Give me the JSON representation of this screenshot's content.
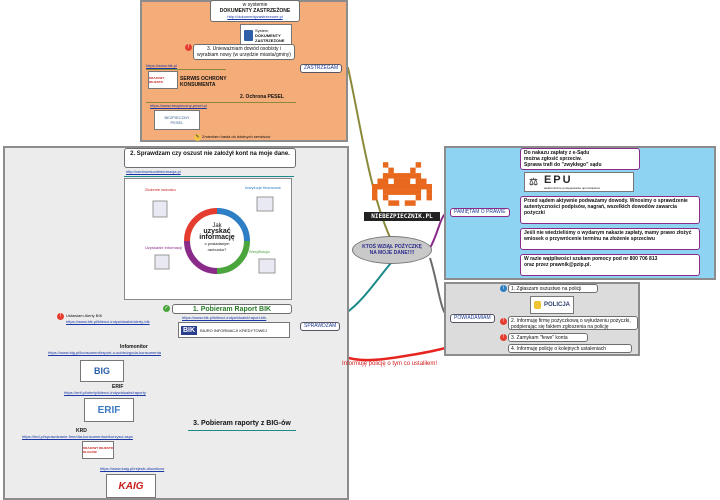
{
  "center": {
    "title": "KTOŚ WZIĄŁ POŻYCZKĘ NA MOJE DANE!!!!",
    "logo_text": "NIEBEZPIECZNIK.PL"
  },
  "branches": {
    "zastrzegam": "ZASTRZEGAM",
    "sprawdzam": "SPRAWDZAM",
    "pamietam": "PAMIĘTAM O PRAWIE",
    "powiadamiam": "POWIADAMIAM",
    "informuje": "Informuję policję o tym co ustaliłem!"
  },
  "zastrzegam": {
    "top_text_1": "w systemie",
    "top_text_2": "DOKUMENTY ZASTRZEŻONE",
    "top_link": "http://dokumentyzastrzezone.pl",
    "dz_logo": [
      "System",
      "DOKUMENTY",
      "ZASTRZEŻONE"
    ],
    "item3": "3. Unieważniam dowód osobisty i wyrabiam nowy (w urzędzie miasta/gminy)",
    "bik_link": "https://www.bik.pl",
    "item2": "2. Ochrona PESEL",
    "serwis": "SERWIS OCHRONY KONSUMENTA",
    "pesel_link": "https://www.bezpieczny-pesel.pl",
    "pesel_logo": [
      "BEZPIECZNY",
      "PESEL"
    ],
    "note": "Zmieniam hasła do istotnych serwisów"
  },
  "sprawdzam": {
    "heading": "2. Sprawdzam czy oszust nie założył kont na moje dane.",
    "heading_link": "http://centrumkontinformacja.pl",
    "diagram_center": [
      "Jak",
      "uzyskać",
      "informację",
      "o posiadanym",
      "rachunku?"
    ],
    "diagram_labels": [
      "Złożenie wniosku",
      "Instytucje finansowe",
      "Uzyskanie informacji",
      "Weryfikacja"
    ],
    "item1": "1. Pobieram Raport BIK",
    "bik_link": "https://www.bik.pl/klienci-indywidualni/raport-bik",
    "alerts_label": "Ustawiam Alerty BIK",
    "alerts_link": "https://www.bik.pl/klienci-indywidualni/alerty-bik",
    "bik_logo": "BIK",
    "bik_name": "BIURO INFORMACJI KREDYTOWEJ",
    "infomonitor": "Infomonitor",
    "infomonitor_link": "https://www.big.pl/konsument/raport-o-sobie/zgoda-konsumenta",
    "big_logo": "BIG",
    "erif": "ERIF",
    "erif_link": "https://erif.pl/oferty/klienci-indywidualni/raporty",
    "erif_logo": "ERIF",
    "item3": "3. Pobieram raporty z BIG-ów",
    "krd": "KRD",
    "krd_link": "https://krd.pl/sprawdzanie-firm/dla-konsumentow/korzysci.aspx",
    "krd_logo": "KRAJOWY REJESTR DŁUGÓW",
    "kaig_link": "https://www.kaig.pl/rejestr-dluznikow",
    "kaig_logo": "KAIG"
  },
  "prawo": {
    "item1_line1": "Do nakazu zapłaty z e-Sądu",
    "item1_line2": "można zgłosić sprzeciw.",
    "item1_line3": "Sprawa trafi do \"zwykłego\" sądu",
    "epu_logo": "EPU",
    "epu_sub": "elektroniczne postępowanie upominawcze",
    "item2": "Przed sądem aktywnie podważamy dowody. Wnosimy o sprawdzenie autentyczności podpisów, nagrań, wszelkich dowodów zawarcia pożyczki",
    "item3": "Jeśli nie wiedzieliśmy o wydanym nakazie zapłaty, mamy prawo złożyć wniosek o przywrócenie terminu na złożenie sprzeciwu",
    "item4_line1": "W razie wątpliwości szukam pomocy pod nr 800 706 813",
    "item4_line2": "oraz przez prawnik@pzip.pl."
  },
  "powiadamiam": {
    "item1": "1. Zgłaszam oszustwo na policji",
    "policja_logo": "POLICJA",
    "item2": "2. Informuję firmę pożyczkową o wyłudzeniu pożyczki, podpierając się faktem zgłoszenia na policję",
    "item3": "3. Zamykam \"fewe\" konta",
    "item4": "4. Informuję policję o kolejnych ustaleniach"
  },
  "colors": {
    "orange_panel": "#f4ad79",
    "blue_panel": "#8fd3f2",
    "grey_panel": "#ececec",
    "red_line": "#e8241f",
    "olive_line": "#7a7a1a",
    "teal_line": "#1c8a8a",
    "purple": "#8a2b8a"
  }
}
